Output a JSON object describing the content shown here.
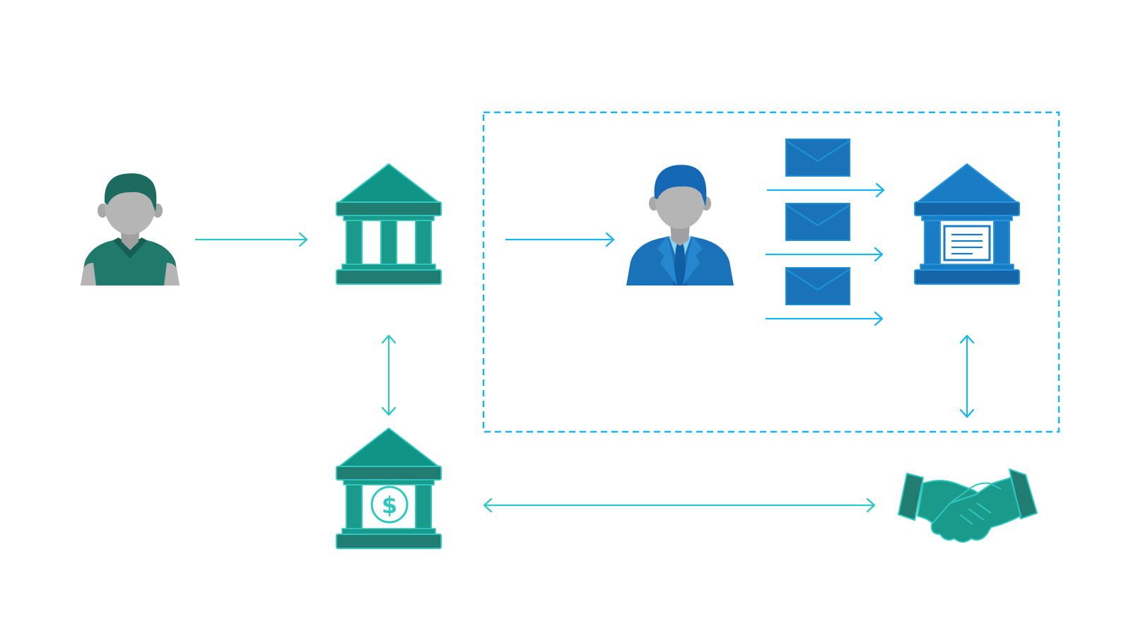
{
  "diagram": {
    "nodes": [
      {
        "id": "customer",
        "icon": "customer-person-icon"
      },
      {
        "id": "customer-bank",
        "icon": "bank-building-icon"
      },
      {
        "id": "bank-officer",
        "icon": "businessman-icon"
      },
      {
        "id": "document-bank",
        "icon": "bank-document-icon"
      },
      {
        "id": "messages",
        "icon": "envelope-icon",
        "count": 3
      },
      {
        "id": "settlement-bank",
        "icon": "bank-dollar-icon"
      },
      {
        "id": "agreement",
        "icon": "handshake-icon"
      }
    ],
    "edges": [
      {
        "from": "customer",
        "to": "customer-bank",
        "direction": "forward"
      },
      {
        "from": "customer-bank",
        "to": "bank-officer",
        "direction": "forward"
      },
      {
        "from": "bank-officer",
        "to": "document-bank",
        "direction": "forward",
        "count": 3
      },
      {
        "from": "customer-bank",
        "to": "settlement-bank",
        "direction": "both"
      },
      {
        "from": "document-bank",
        "to": "agreement",
        "direction": "both"
      },
      {
        "from": "settlement-bank",
        "to": "agreement",
        "direction": "both"
      }
    ],
    "group": {
      "style": "dashed",
      "members": [
        "bank-officer",
        "messages",
        "document-bank"
      ]
    }
  },
  "colors": {
    "teal": "#1a9a8a",
    "teal_dark": "#217d72",
    "teal_line": "#2ec8c0",
    "blue": "#1a7cc4",
    "blue_dark": "#1565a8",
    "blue_line": "#19b5f0",
    "skin": "#b5b5b5"
  }
}
